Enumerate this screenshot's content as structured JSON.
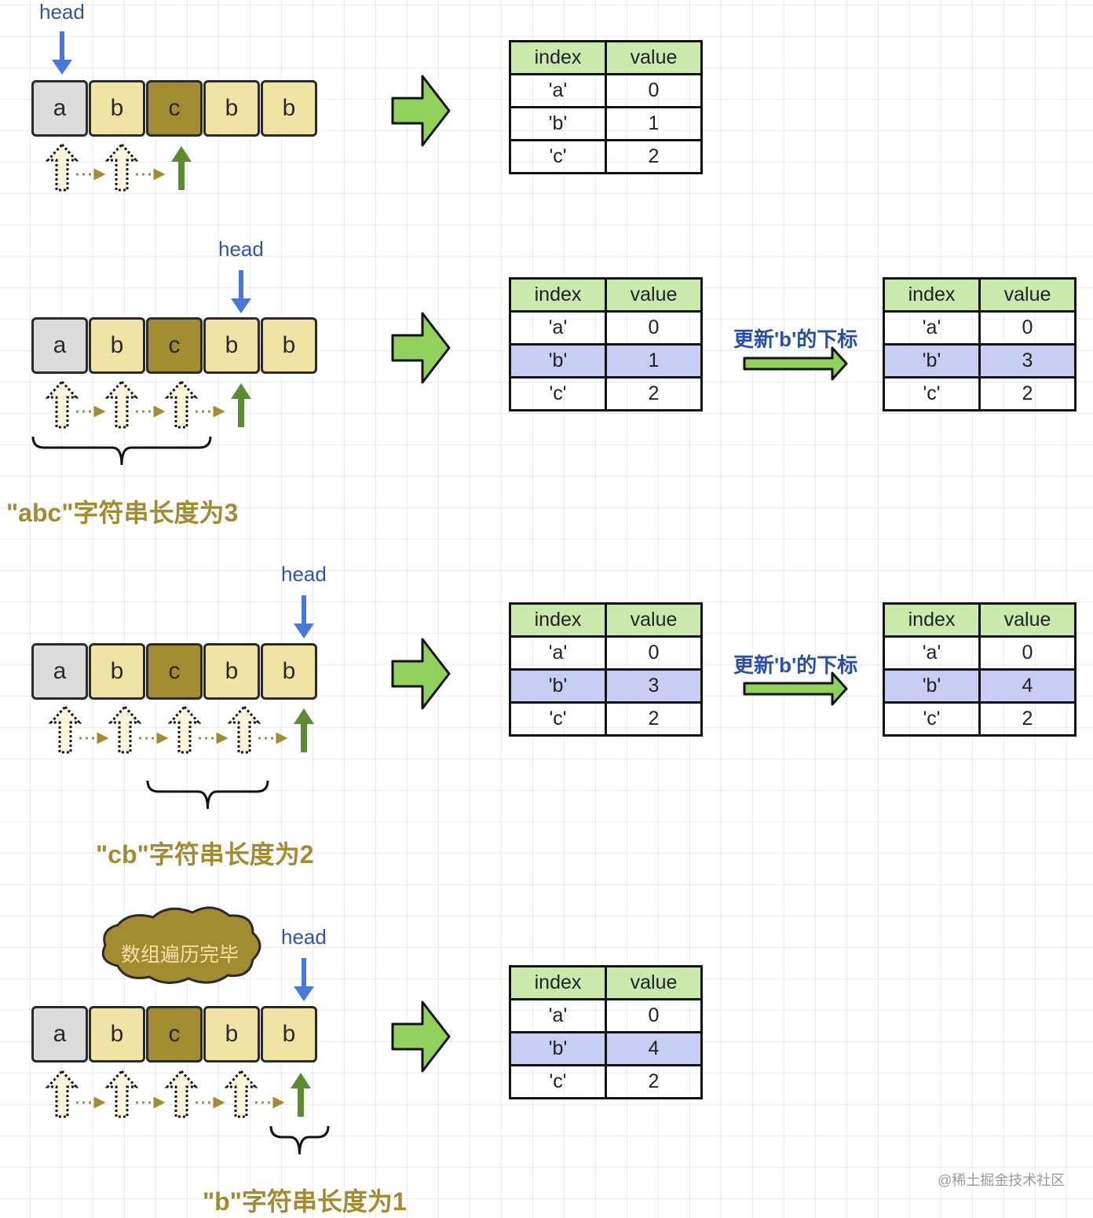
{
  "chars": [
    "a",
    "b",
    "c",
    "b",
    "b"
  ],
  "head_label": "head",
  "table_headers": [
    "index",
    "value"
  ],
  "update_label": "更新'b'的下标",
  "note_abc": "\"abc\"字符串长度为3",
  "note_cb": "\"cb\"字符串长度为2",
  "note_b": "\"b\"字符串长度为1",
  "cloud_text": "数组遍历完毕",
  "watermark": "@稀土掘金技术社区",
  "tables": {
    "t1": [
      [
        "'a'",
        "0"
      ],
      [
        "'b'",
        "1"
      ],
      [
        "'c'",
        "2"
      ]
    ],
    "t2": [
      [
        "'a'",
        "0"
      ],
      [
        "'b'",
        "1"
      ],
      [
        "'c'",
        "2"
      ]
    ],
    "t2b": [
      [
        "'a'",
        "0"
      ],
      [
        "'b'",
        "3"
      ],
      [
        "'c'",
        "2"
      ]
    ],
    "t3": [
      [
        "'a'",
        "0"
      ],
      [
        "'b'",
        "3"
      ],
      [
        "'c'",
        "2"
      ]
    ],
    "t3b": [
      [
        "'a'",
        "0"
      ],
      [
        "'b'",
        "4"
      ],
      [
        "'c'",
        "2"
      ]
    ],
    "t4": [
      [
        "'a'",
        "0"
      ],
      [
        "'b'",
        "4"
      ],
      [
        "'c'",
        "2"
      ]
    ]
  },
  "colors": {
    "head": "#2f55a4",
    "head_arrow": "#4a78d9",
    "cell_a": "#dcdcdc",
    "cell_b": "#f1e3a5",
    "cell_c": "#a38b32",
    "green_arrow": "#5d8b32",
    "big_arrow": "#92d05c",
    "table_header": "#c9e9ad",
    "highlight_row": "#c8cdf3",
    "note": "#a38b32",
    "update_text": "#2a4fa6"
  }
}
